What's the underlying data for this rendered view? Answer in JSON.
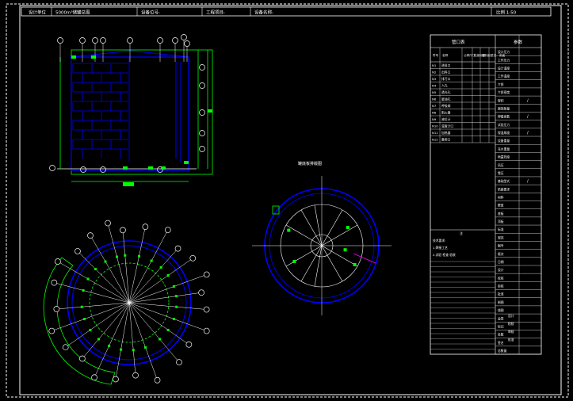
{
  "title_block": {
    "field_label": "设计单位",
    "drawing_name": "5000m³储罐总图",
    "equipment_no_label": "设备位号:",
    "project_label": "工程项目:",
    "equipment_name_label": "设备名称:",
    "scale": "比例 1:50"
  },
  "view_labels": {
    "plan_view": "罐底板排版图"
  },
  "nozzle_table": {
    "header_left": "管口表",
    "header_right": "参数",
    "col_headers": [
      "符号",
      "名称",
      "公称尺寸",
      "连接标准",
      "密封面型式",
      "用途"
    ],
    "nozzle_symbols": [
      "N1",
      "N2",
      "N3",
      "N4",
      "N5",
      "N6",
      "N7",
      "N8",
      "N9",
      "N10",
      "N11",
      "N12"
    ],
    "nozzle_names": [
      "进料口",
      "出料口",
      "排污口",
      "人孔",
      "透光孔",
      "量油孔",
      "呼吸阀",
      "阻火器",
      "液位计",
      "温度计口",
      "加热器",
      "备用口"
    ],
    "notes_label": "注",
    "notes_lines": [
      "技术要求:",
      "1.焊接工艺",
      "2.试验 检查 验收"
    ]
  },
  "params": [
    "设计压力",
    "工作压力",
    "设计温度",
    "工作温度",
    "介质",
    "介质密度",
    "容积",
    "腐蚀裕量",
    "焊缝系数",
    "试验压力",
    "保温厚度",
    "设备重量",
    "充水重量",
    "地震烈度",
    "风压",
    "雪压",
    "基础型式",
    "防腐要求",
    "材料",
    "壁厚",
    "底板",
    "顶板",
    "标准",
    "规范",
    "图号",
    "版次",
    "日期",
    "设计",
    "校核",
    "审核",
    "批准",
    "制图",
    "描图",
    "会签",
    "标记",
    "处数",
    "签名",
    "总数量"
  ],
  "param_values": [
    "/",
    "/",
    "/",
    "/"
  ],
  "sign_labels": [
    "设计",
    "校核",
    "审核",
    "批准"
  ],
  "colors": {
    "background": "#000000",
    "line": "#ffffff",
    "shell": "#0000ff",
    "detail": "#00ff00",
    "dimension": "#00c0ff",
    "accent": "#ff00ff"
  }
}
